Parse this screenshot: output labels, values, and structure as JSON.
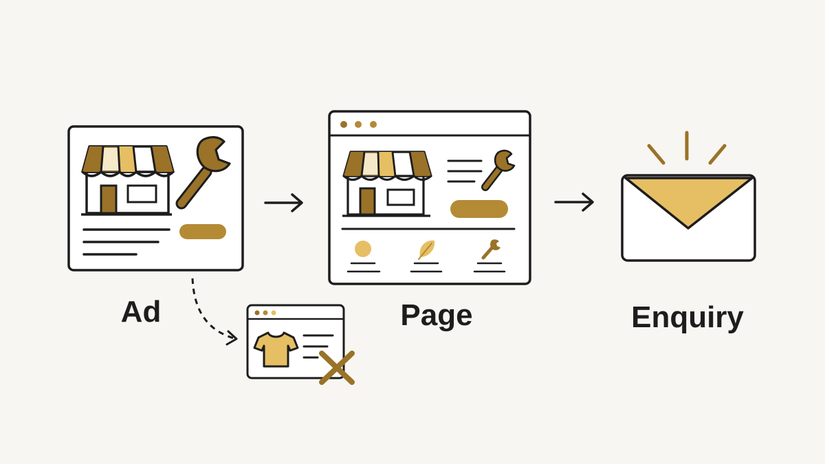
{
  "labels": {
    "ad": "Ad",
    "page": "Page",
    "enquiry": "Enquiry"
  },
  "colors": {
    "background": "#f8f6f2",
    "ink": "#1d1d1d",
    "gold_dark": "#9a7228",
    "gold_mid": "#b48a35",
    "gold_light": "#e6bf64"
  },
  "icons": {
    "ad_card": [
      "storefront-icon",
      "wrench-icon"
    ],
    "page_card": [
      "storefront-icon",
      "wrench-icon",
      "circle-icon",
      "leaf-icon",
      "wrench-icon"
    ],
    "mismatch_card": [
      "t-shirt-icon",
      "cross-icon"
    ],
    "enquiry": [
      "envelope-icon",
      "burst-lines-icon"
    ]
  }
}
